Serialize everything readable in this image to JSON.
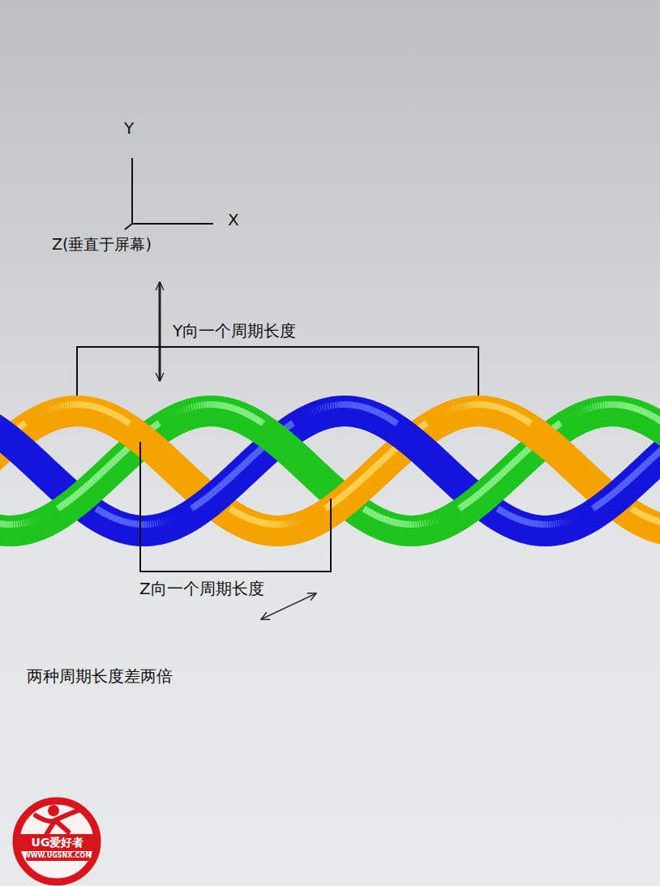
{
  "diagram": {
    "labels": [
      "Y",
      "X",
      "Z(垂直于屏幕)",
      "Y向一个周期长度",
      "Z向一个周期长度",
      "两种周期长度差两倍",
      "UG爱好者",
      "WWW.UGSNX.COM"
    ]
  }
}
